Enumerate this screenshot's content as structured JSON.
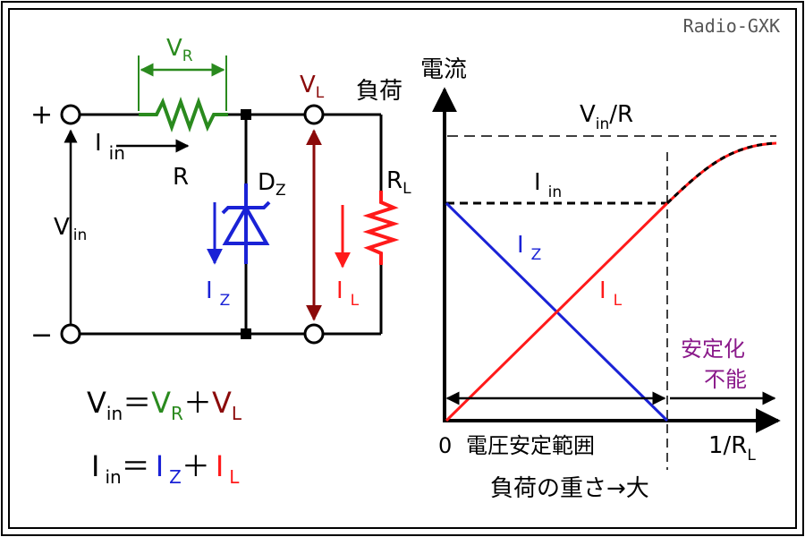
{
  "watermark": "Radio-GXK",
  "colors": {
    "green": "#2a8a1e",
    "darkred": "#8b0a0a",
    "blue": "#1a22d6",
    "red": "#ff1a1a",
    "purple": "#8a1a8a",
    "black": "#000000"
  },
  "circuit": {
    "plus": "+",
    "minus": "−",
    "vr": {
      "main": "V",
      "sub": "R"
    },
    "vl": {
      "main": "V",
      "sub": "L"
    },
    "load": "負荷",
    "iin": {
      "main": "I",
      "sub": "in"
    },
    "r": "R",
    "dz": {
      "main": "D",
      "sub": "Z"
    },
    "rl": {
      "main": "R",
      "sub": "L"
    },
    "vin": {
      "main": "V",
      "sub": "in"
    },
    "iz": {
      "main": "I",
      "sub": "Z"
    },
    "il": {
      "main": "I",
      "sub": "L"
    }
  },
  "equations": {
    "eq1": {
      "vin_main": "V",
      "vin_sub": "in",
      "equals": "＝",
      "vr_main": "V",
      "vr_sub": "R",
      "plus": "＋",
      "vl_main": "V",
      "vl_sub": "L"
    },
    "eq2": {
      "iin_main": "I",
      "iin_sub": "in",
      "equals": "＝",
      "iz_main": "I",
      "iz_sub": "Z",
      "plus": "＋",
      "il_main": "I",
      "il_sub": "L"
    }
  },
  "graph": {
    "y_label": "電流",
    "vin_r": {
      "main": "V",
      "sub": "in",
      "tail": "/R"
    },
    "iin": {
      "main": "I",
      "sub": "in"
    },
    "iz": {
      "main": "I",
      "sub": "Z"
    },
    "il": {
      "main": "I",
      "sub": "L"
    },
    "origin": "0",
    "stable_range": "電圧安定範囲",
    "x_label": {
      "main": "1/R",
      "sub": "L"
    },
    "unstable_line1": "安定化",
    "unstable_line2": "不能",
    "caption": "負荷の重さ→大"
  }
}
